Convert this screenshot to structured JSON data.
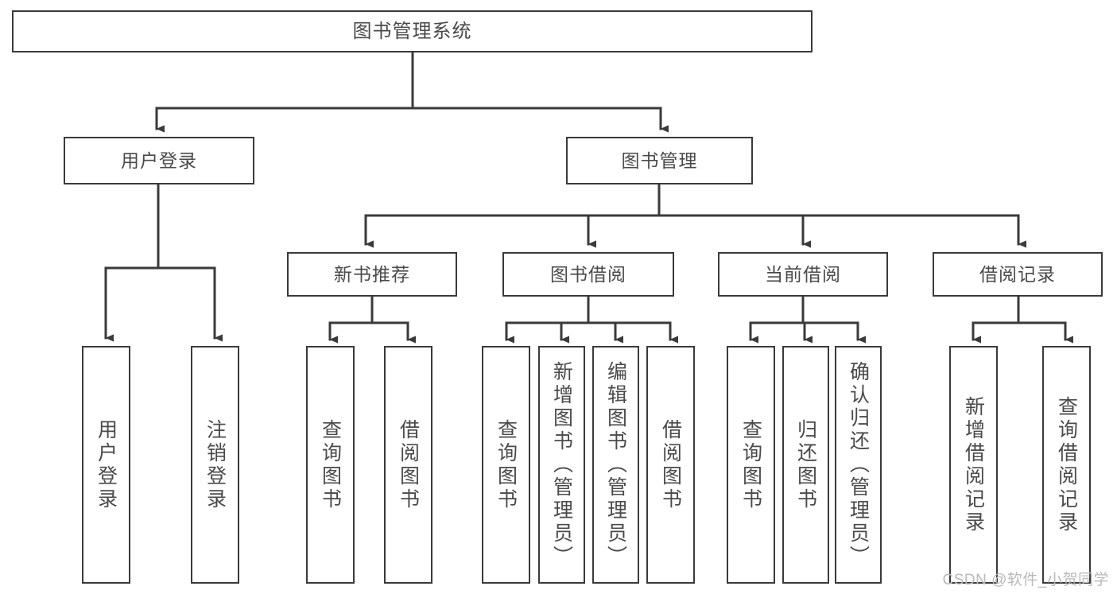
{
  "diagram": {
    "type": "tree",
    "title": "图书管理系统",
    "orientation": "top-down",
    "line_color": "#3a3a3a",
    "text_color": "#4a4a4a",
    "box_fill": "#ffffff",
    "background": "#ffffff"
  },
  "root": {
    "label": "图书管理系统"
  },
  "level2": {
    "user_login": {
      "label": "用户登录"
    },
    "book_manage": {
      "label": "图书管理"
    }
  },
  "level3": {
    "new_book_recommend": {
      "label": "新书推荐"
    },
    "book_borrow": {
      "label": "图书借阅"
    },
    "current_borrow": {
      "label": "当前借阅"
    },
    "borrow_record": {
      "label": "借阅记录"
    }
  },
  "leaves": {
    "user_login": [
      {
        "label": "用户登录"
      },
      {
        "label": "注销登录"
      }
    ],
    "new_book_recommend": [
      {
        "label": "查询图书"
      },
      {
        "label": "借阅图书"
      }
    ],
    "book_borrow": [
      {
        "label": "查询图书"
      },
      {
        "label": "新增图书（管理员）"
      },
      {
        "label": "编辑图书（管理员）"
      },
      {
        "label": "借阅图书"
      }
    ],
    "current_borrow": [
      {
        "label": "查询图书"
      },
      {
        "label": "归还图书"
      },
      {
        "label": "确认归还（管理员）"
      }
    ],
    "borrow_record": [
      {
        "label": "新增借阅记录"
      },
      {
        "label": "查询借阅记录"
      }
    ]
  },
  "watermark": {
    "text": "CSDN @软件_小贺同学"
  }
}
